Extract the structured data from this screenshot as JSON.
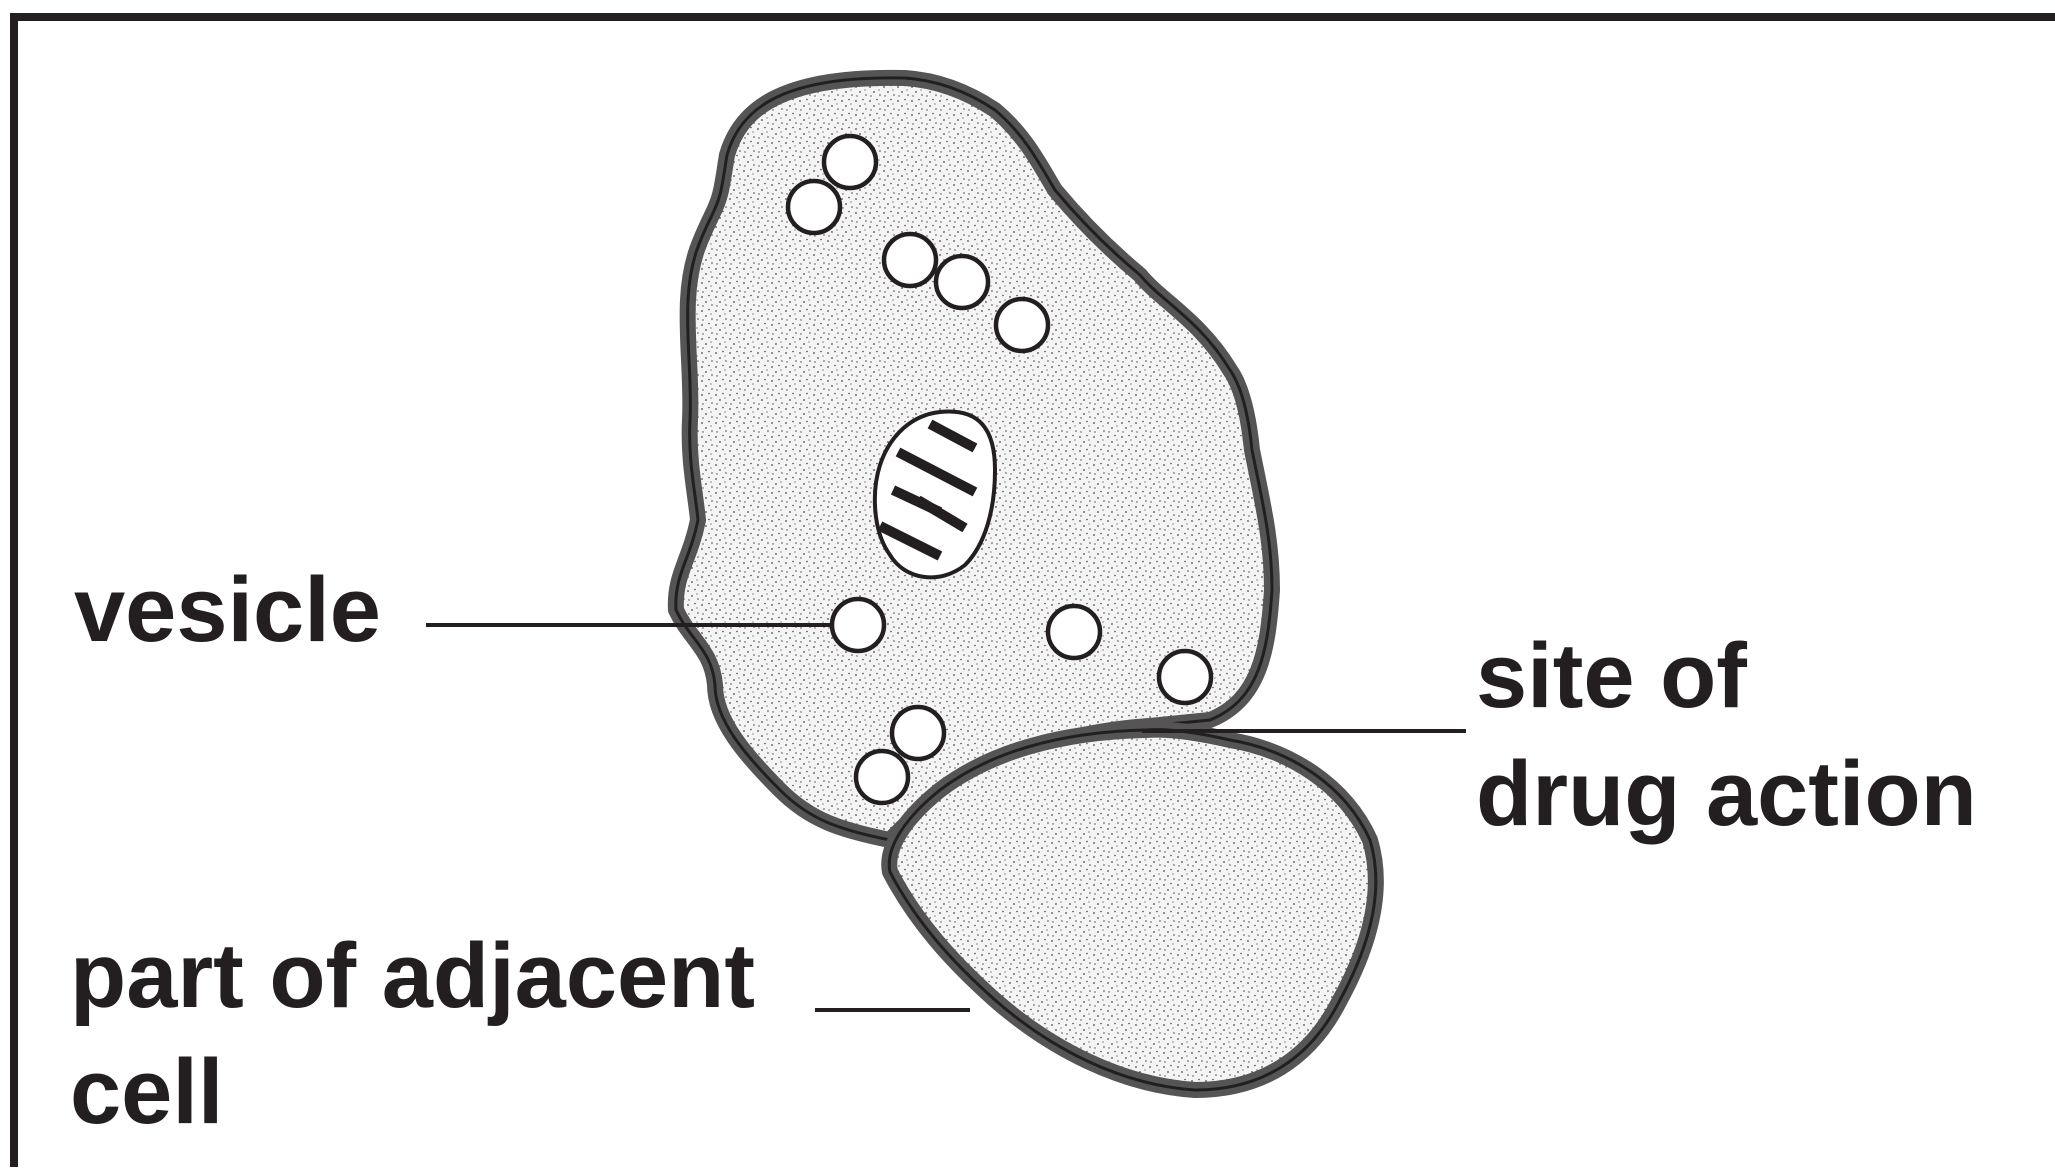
{
  "diagram": {
    "labels": {
      "vesicle": "vesicle",
      "site_of_drug_action_line1": "site of",
      "site_of_drug_action_line2": "drug action",
      "adjacent_cell_line1": "part of adjacent",
      "adjacent_cell_line2": "cell"
    },
    "colors": {
      "outline": "#231f20",
      "membrane": "#555555",
      "cytoplasm_fill": "#f2f2f2",
      "stipple": "#4a4a4a",
      "vesicle_fill": "#ffffff"
    }
  }
}
